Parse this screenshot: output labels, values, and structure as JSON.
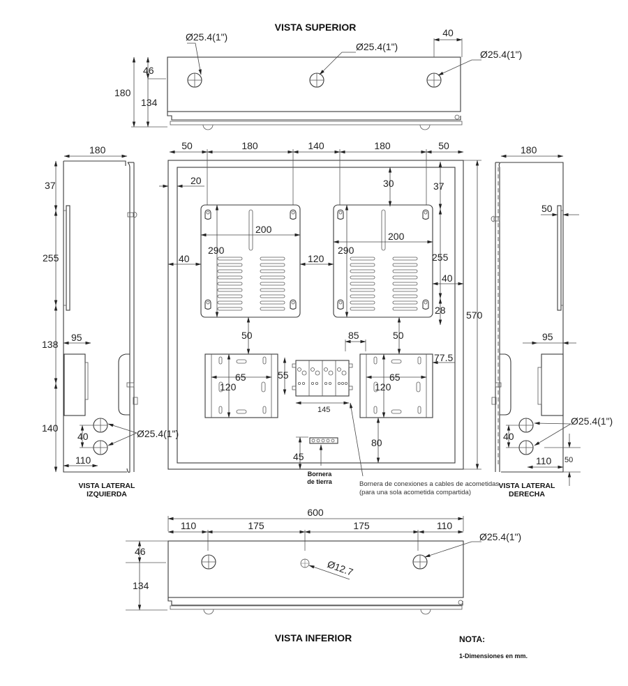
{
  "titles": {
    "top_view": "VISTA SUPERIOR",
    "bottom_view": "VISTA INFERIOR",
    "left_view_1": "VISTA LATERAL",
    "left_view_2": "IZQUIERDA",
    "right_view_1": "VISTA LATERAL",
    "right_view_2": "DERECHA"
  },
  "top_view": {
    "hole_label": "Ø25.4(1\")",
    "dim_40": "40",
    "dim_46": "46",
    "dim_180": "180",
    "dim_134": "134"
  },
  "front_view": {
    "top_dims": [
      "50",
      "180",
      "140",
      "180",
      "50"
    ],
    "dim_20": "20",
    "dim_30": "30",
    "dim_37": "37",
    "dim_200_left": "200",
    "dim_290_left": "290",
    "dim_40_left": "40",
    "dim_120_gap": "120",
    "dim_200_right": "200",
    "dim_290_right": "290",
    "dim_255": "255",
    "dim_40_right": "40",
    "dim_28": "28",
    "dim_570": "570",
    "dim_50_left": "50",
    "dim_50_right": "50",
    "dim_85": "85",
    "dim_77_5": "77.5",
    "dim_65_left": "65",
    "dim_120_left": "120",
    "dim_55": "55",
    "dim_145": "145",
    "dim_65_right": "65",
    "dim_120_right": "120",
    "dim_80": "80",
    "dim_45": "45",
    "ground_label_1": "Bornera",
    "ground_label_2": "de tierra",
    "terminal_note_1": "Bornera de conexiones a cables de acometidas",
    "terminal_note_2": "(para una sola acometida compartida)"
  },
  "left_view": {
    "dim_180": "180",
    "dim_37": "37",
    "dim_255": "255",
    "dim_138": "138",
    "dim_95": "95",
    "dim_140": "140",
    "dim_40": "40",
    "dim_110": "110",
    "hole_label": "Ø25.4(1\")"
  },
  "right_view": {
    "dim_180": "180",
    "dim_50_top": "50",
    "dim_95": "95",
    "dim_40": "40",
    "dim_110": "110",
    "dim_50": "50",
    "hole_label": "Ø25.4(1\")"
  },
  "bottom_view": {
    "dim_600": "600",
    "top_dims": [
      "110",
      "175",
      "175",
      "110"
    ],
    "dim_46": "46",
    "dim_134": "134",
    "hole_label": "Ø25.4(1\")",
    "small_hole_label": "Ø12.7"
  },
  "note": {
    "title": "NOTA:",
    "item_1": "1-Dimensiones en mm."
  }
}
